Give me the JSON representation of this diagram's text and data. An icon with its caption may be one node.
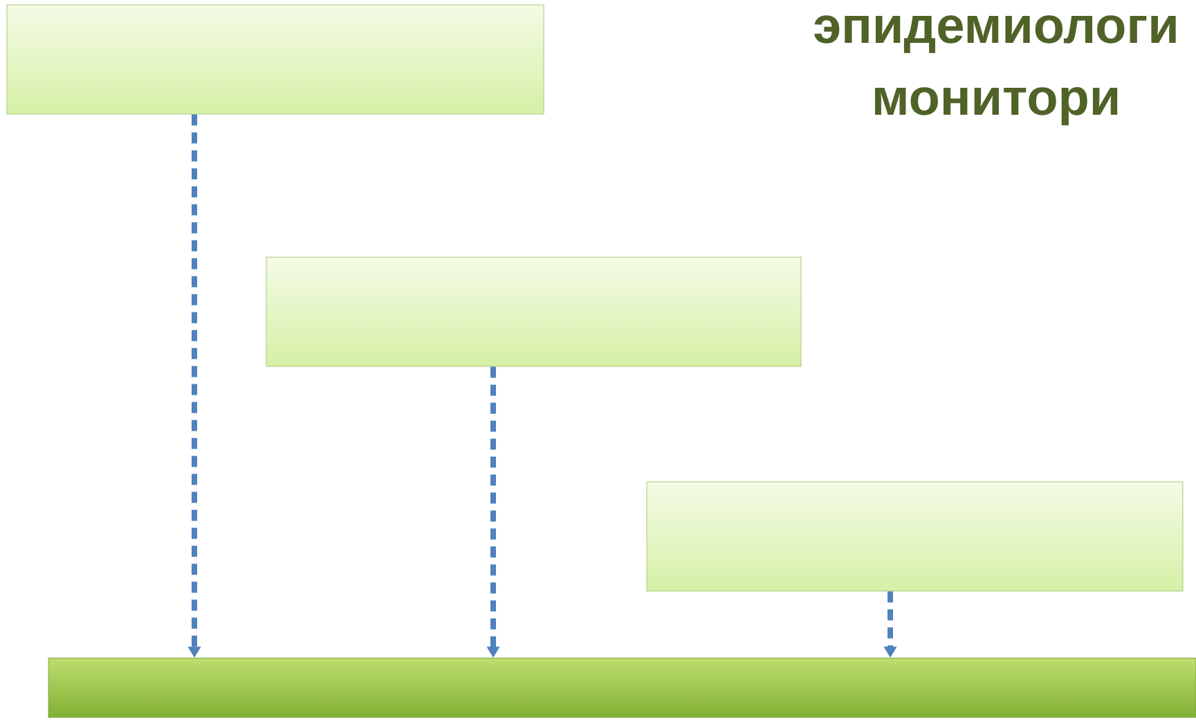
{
  "diagram": {
    "title": "эпидемиологи монитори",
    "nodes": [
      {
        "text": [],
        "shape": "box"
      },
      {
        "text": [],
        "shape": "box"
      },
      {
        "text": [],
        "shape": "box"
      },
      {
        "text": [],
        "shape": "bar"
      }
    ],
    "edges": [
      {
        "from": 0,
        "to": 3,
        "arrow": "to",
        "style": "dashed"
      },
      {
        "from": 1,
        "to": 3,
        "arrow": "to",
        "style": "dashed"
      },
      {
        "from": 2,
        "to": 3,
        "arrow": "to",
        "style": "dashed"
      }
    ]
  }
}
